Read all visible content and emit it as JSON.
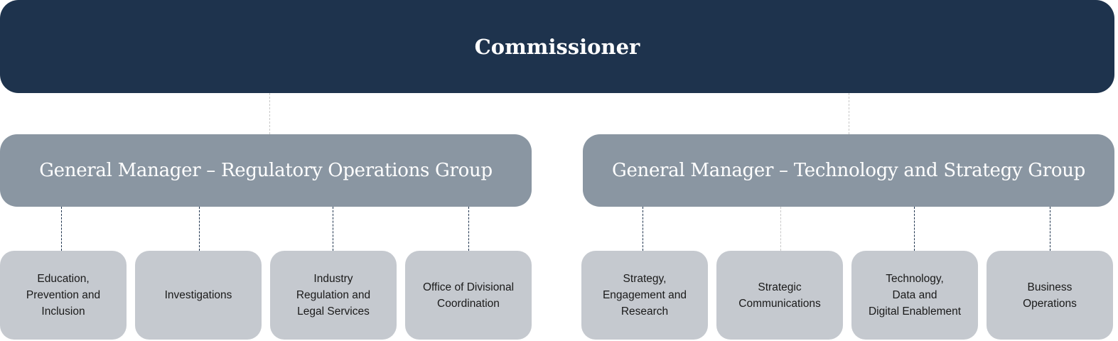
{
  "commissioner": "Commissioner",
  "groups": [
    {
      "title": "General Manager – Regulatory Operations Group",
      "units": [
        "Education,\nPrevention and\nInclusion",
        "Investigations",
        "Industry\nRegulation and\nLegal Services",
        "Office of Divisional\nCoordination"
      ]
    },
    {
      "title": "General Manager – Technology and Strategy Group",
      "units": [
        "Strategy,\nEngagement and\nResearch",
        "Strategic\nCommunications",
        "Technology,\nData and\nDigital Enablement",
        "Business\nOperations"
      ]
    }
  ],
  "colors": {
    "commissioner": "#1e334d",
    "group": "#8a96a2",
    "unit": "#c5c9cf"
  }
}
